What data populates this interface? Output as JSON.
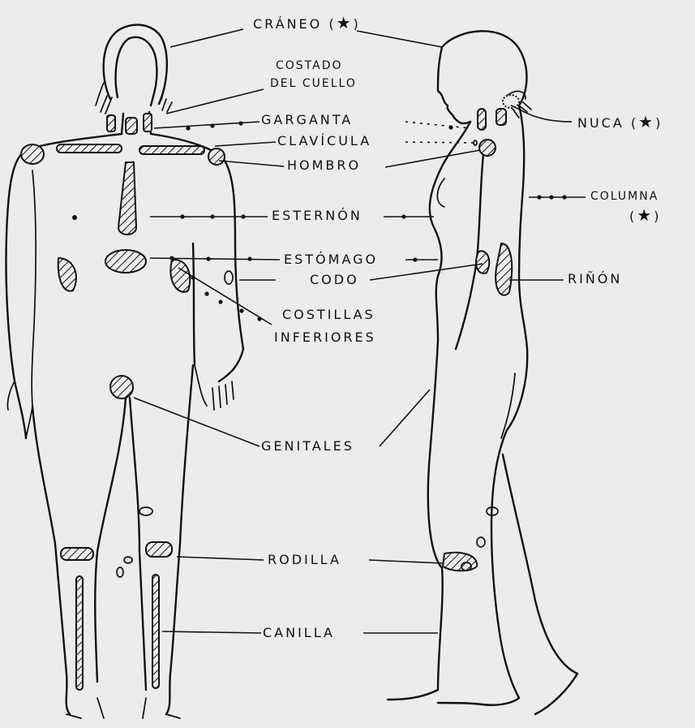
{
  "labels": {
    "craneo": "CRÁNEO",
    "costado_1": "COSTADO",
    "costado_2": "DEL CUELLO",
    "garganta": "GARGANTA",
    "clavicula": "CLAVÍCULA",
    "hombro": "HOMBRO",
    "esternon": "ESTERNÓN",
    "estomago": "ESTÓMAGO",
    "codo": "CODO",
    "costillas_1": "COSTILLAS",
    "costillas_2": "INFERIORES",
    "genitales": "GENITALES",
    "rodilla": "RODILLA",
    "canilla": "CANILLA",
    "nuca": "NUCA",
    "columna": "COLUMNA",
    "rinon": "RIÑÓN"
  },
  "marker": {
    "star_open": "(",
    "star": "★",
    "star_close": ")"
  },
  "colors": {
    "ink": "#111111",
    "paper": "#ececec"
  }
}
